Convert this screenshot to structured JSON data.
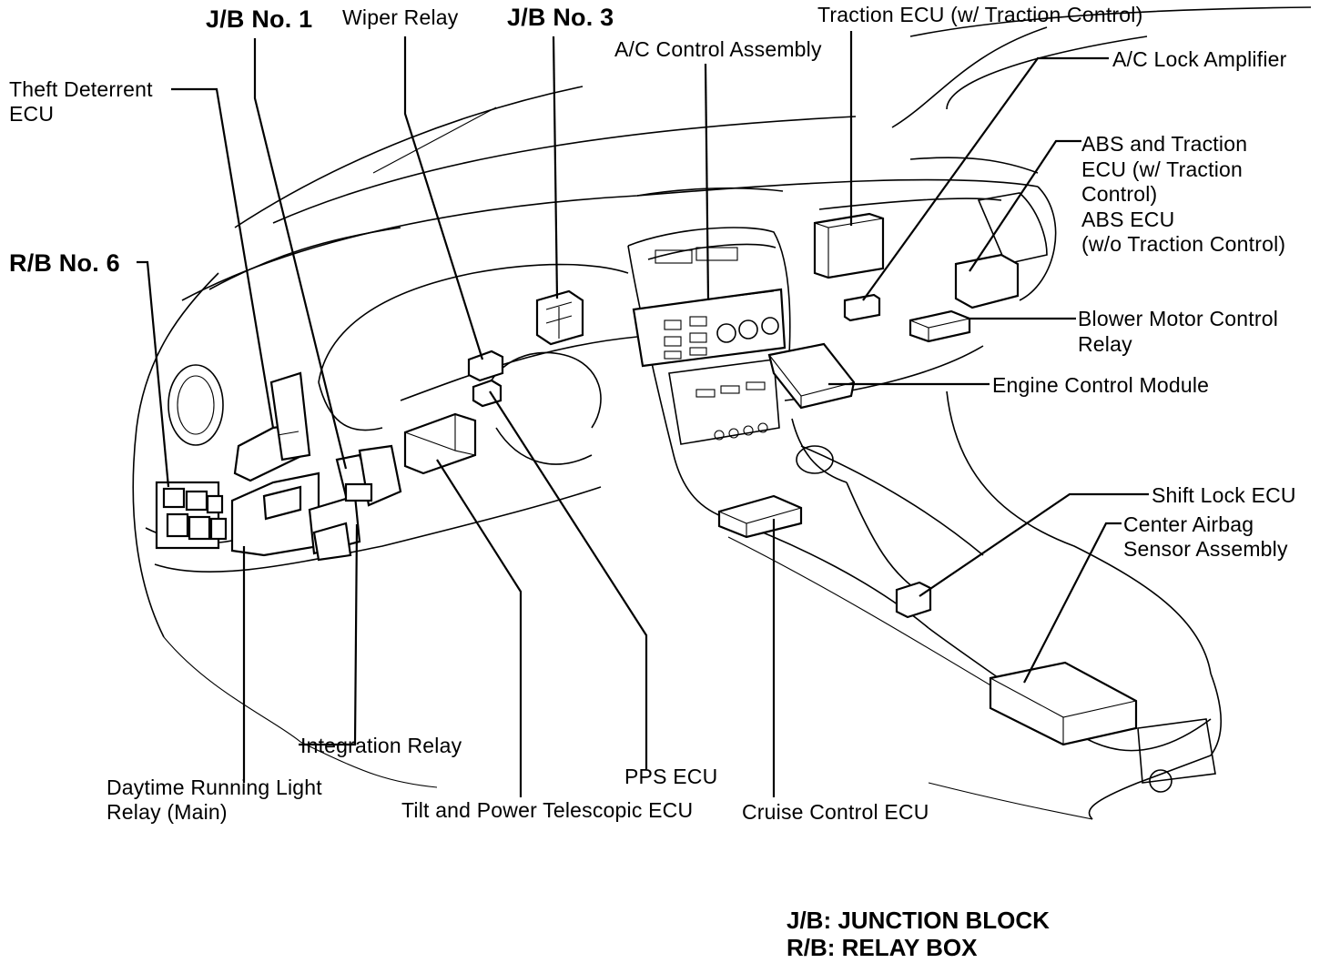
{
  "labels": {
    "jb1": "J/B No. 1",
    "wiper_relay": "Wiper Relay",
    "jb3": "J/B No. 3",
    "traction_ecu": "Traction ECU (w/ Traction Control)",
    "ac_control": "A/C Control Assembly",
    "ac_lock_amp": "A/C Lock Amplifier",
    "theft_deterrent_1": "Theft Deterrent",
    "theft_deterrent_2": "ECU",
    "abs_1": "ABS and Traction",
    "abs_2": "ECU (w/ Traction",
    "abs_3": "Control)",
    "abs_4": "ABS ECU",
    "abs_5": "(w/o Traction Control)",
    "rb6": "R/B No. 6",
    "blower_1": "Blower Motor Control",
    "blower_2": "Relay",
    "ecm": "Engine Control Module",
    "shift_lock": "Shift Lock ECU",
    "airbag_1": "Center Airbag",
    "airbag_2": "Sensor Assembly",
    "integration_relay": "Integration Relay",
    "pps_ecu": "PPS ECU",
    "drl_1": "Daytime Running Light",
    "drl_2": "Relay (Main)",
    "tilt_ecu": "Tilt and Power Telescopic ECU",
    "cruise_ecu": "Cruise Control ECU"
  },
  "legend": {
    "jb": "J/B: JUNCTION BLOCK",
    "rb": "R/B: RELAY BOX"
  },
  "colors": {
    "ink": "#000000",
    "paper": "#ffffff"
  }
}
